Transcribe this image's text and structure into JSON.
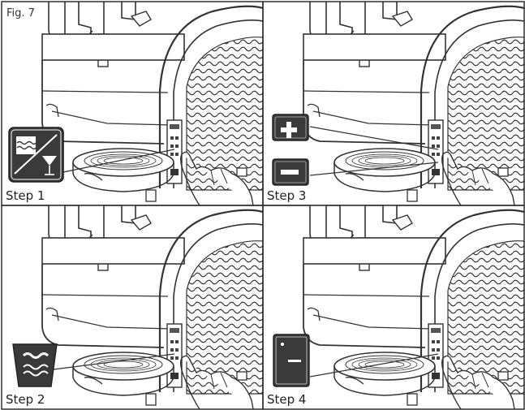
{
  "figure_label": "Fig. 7",
  "panels": [
    {
      "step": "Step 1",
      "control": "ice-and-cocktail-button"
    },
    {
      "step": "Step 3",
      "control": "plus-minus-buttons"
    },
    {
      "step": "Step 2",
      "control": "ice-in-glass-button"
    },
    {
      "step": "Step 4",
      "control": "on-off-switch"
    }
  ],
  "colors": {
    "line": "#333333",
    "icon_bg": "#3a3a3a",
    "icon_border": "#222222"
  }
}
